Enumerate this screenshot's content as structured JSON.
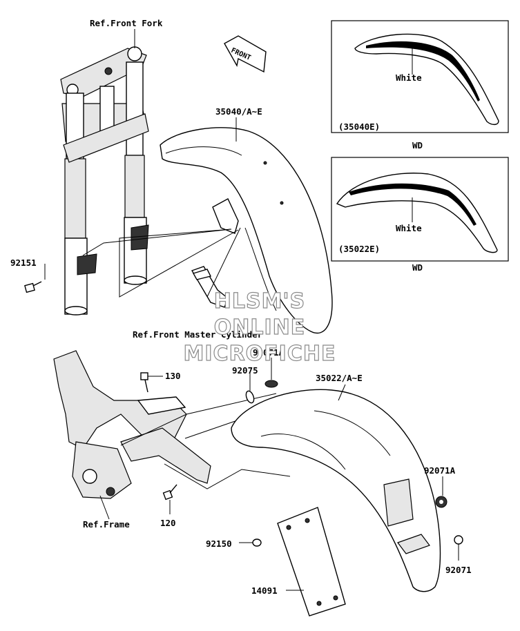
{
  "labels": {
    "ref_front_fork": "Ref.Front Fork",
    "front_arrow": "FRONT",
    "part_35040": "35040/A~E",
    "box1_color": "White",
    "box1_part": "(35040E)",
    "box1_variant": "WD",
    "box2_color": "White",
    "box2_part": "(35022E)",
    "box2_variant": "WD",
    "part_92151": "92151",
    "ref_master_cylinder": "Ref.Front Master Cylinder",
    "part_92071a_top": "92071A",
    "part_130": "130",
    "part_92075": "92075",
    "part_35022": "35022/A~E",
    "part_92071a_right": "92071A",
    "ref_frame": "Ref.Frame",
    "part_120": "120",
    "part_92150": "92150",
    "part_92071": "92071",
    "part_14091": "14091"
  },
  "watermark": {
    "line1": "HLSM'S",
    "line2": "ONLINE",
    "line3": "MICROFICHE"
  }
}
